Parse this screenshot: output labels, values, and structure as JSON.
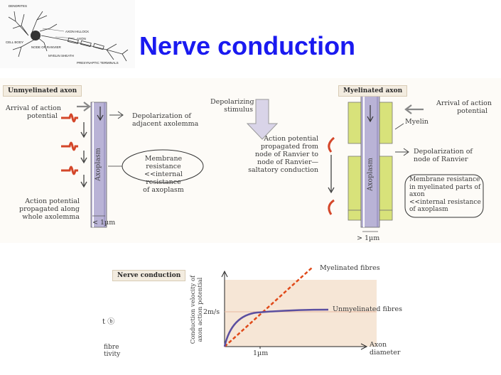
{
  "title": "Nerve conduction",
  "neuron": {
    "dendrites": "DENDRITES",
    "axon_hillock": "AXON HILLOCK",
    "axon": "AXON",
    "cell_body": "CELL BODY",
    "node_of_ranvier": "NODE OF RANVIER",
    "myelin_sheath": "MYELIN SHEATH",
    "presynaptic_terminals": "PRESYNAPTIC TERMINALS"
  },
  "unmyelinated": {
    "tag": "Unmyelinated axon",
    "arrival_1": "Arrival of action",
    "arrival_2": "potential",
    "depol_1": "Depolarization of",
    "depol_2": "adjacent axolemma",
    "axoplasm": "Axoplasm",
    "membrane_1": "Membrane resistance",
    "membrane_2": "<<internal resistance",
    "membrane_3": "of axoplasm",
    "propagated_1": "Action potential",
    "propagated_2": "propagated along",
    "propagated_3": "whole axolemma",
    "scale": "< 1µm"
  },
  "center": {
    "stimulus_1": "Depolarizing",
    "stimulus_2": "stimulus",
    "text_1": "Action potential",
    "text_2": "propagated from",
    "text_3": "node of Ranvier to",
    "text_4": "node of Ranvier—",
    "text_5": "saltatory conduction"
  },
  "myelinated": {
    "tag": "Myelinated axon",
    "arrival_1": "Arrival of action",
    "arrival_2": "potential",
    "myelin": "Myelin",
    "depol_1": "Depolarization of",
    "depol_2": "node of Ranvier",
    "axoplasm": "Axoplasm",
    "membrane_1": "Membrane resistance",
    "membrane_2": "in myelinated parts of",
    "membrane_3": "axon",
    "membrane_4": "<<internal resistance",
    "membrane_5": "of axoplasm",
    "scale": "> 1µm"
  },
  "graph": {
    "tag": "Nerve conduction",
    "ylabel_1": "Conduction velocity of",
    "ylabel_2": "axon action potential",
    "ytick": "2m/s",
    "xtick": "1µm",
    "xlabel_1": "Axon",
    "xlabel_2": "diameter",
    "myelinated_label": "Myelinated fibres",
    "unmyelinated_label": "Unmyelinated fibres",
    "side_1": "t ⓑ",
    "side_2": "fibre",
    "side_3": "tivity"
  },
  "colors": {
    "title": "#1a1af0",
    "myelin": "#d8e27a",
    "axon": "#b9b3d6",
    "dashed_line": "#e04a1a",
    "unmyelinated_curve": "#5b4fa0",
    "graph_bg": "#f6e6d6",
    "action_potential": "#d4472a"
  }
}
